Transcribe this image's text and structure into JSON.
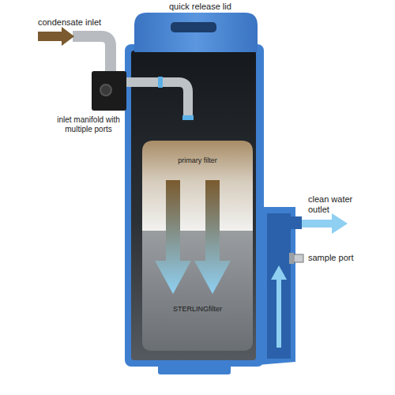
{
  "diagram": {
    "nodes": [
      {
        "text": [
          "primary filter"
        ]
      },
      {
        "text": [
          "STERLINGfilter"
        ]
      }
    ],
    "labels": [
      "condensate inlet",
      "quick release lid",
      "inlet manifold with multiple ports",
      "clean water outlet",
      "sample port"
    ]
  }
}
